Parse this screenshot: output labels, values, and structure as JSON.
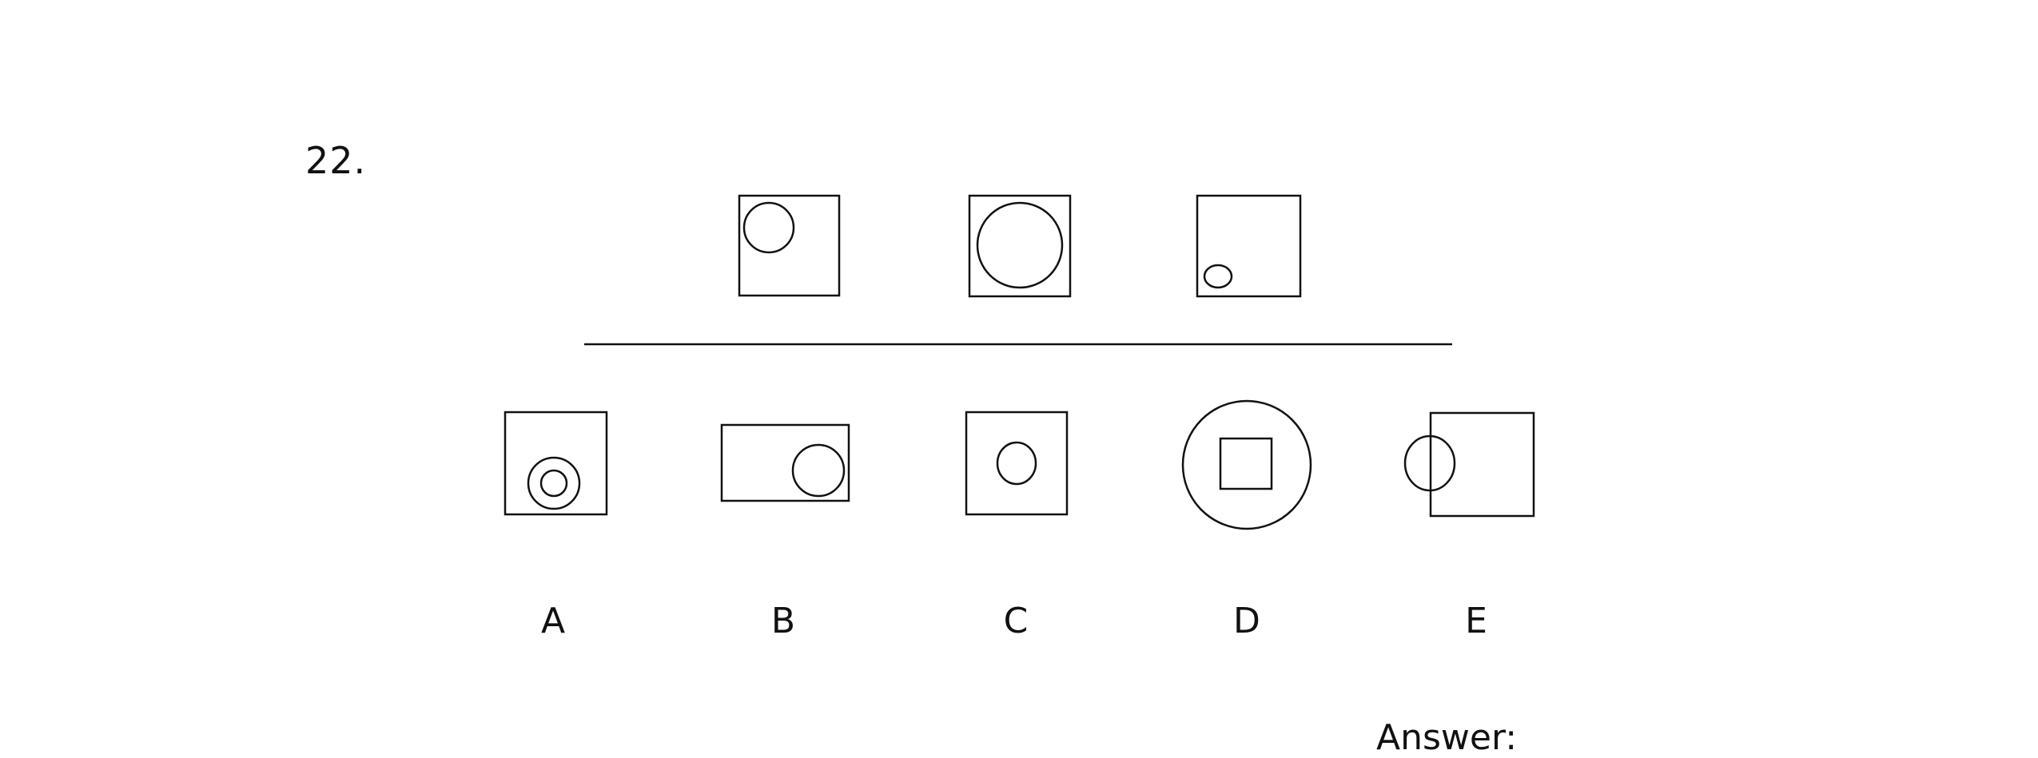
{
  "question": {
    "number": "22."
  },
  "options": [
    {
      "key": "a",
      "label": "A"
    },
    {
      "key": "b",
      "label": "B"
    },
    {
      "key": "c",
      "label": "C"
    },
    {
      "key": "d",
      "label": "D"
    },
    {
      "key": "e",
      "label": "E"
    }
  ],
  "answer": {
    "label": "Answer:"
  }
}
